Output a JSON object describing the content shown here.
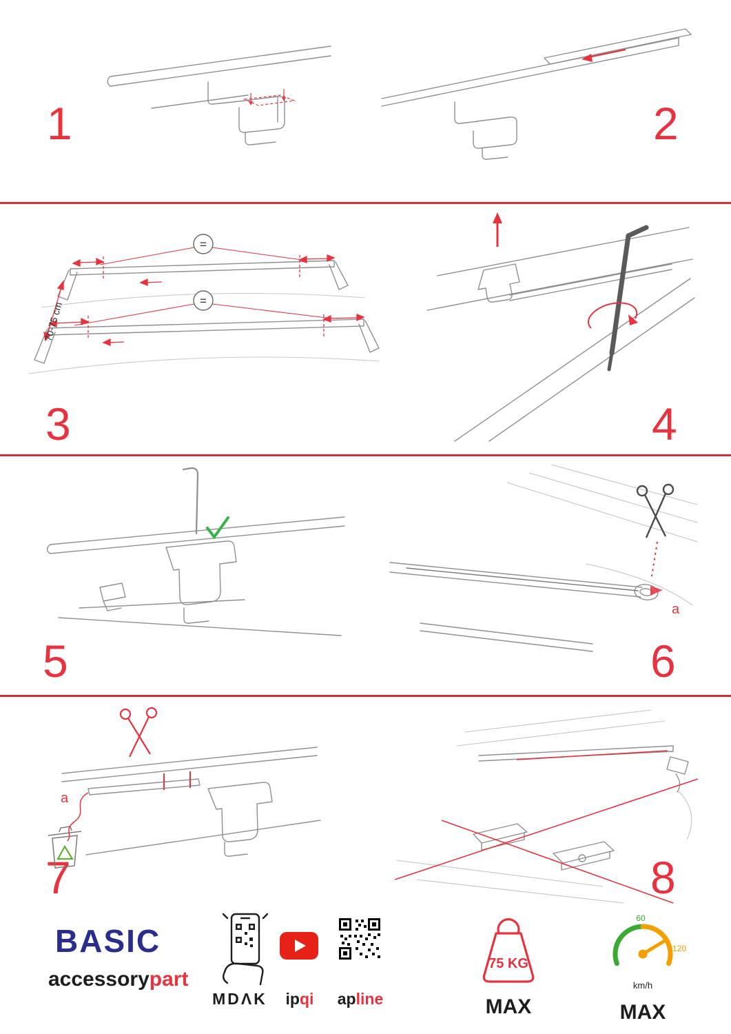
{
  "colors": {
    "accent_red": "#e8323e",
    "brand_blue": "#2b2d8c",
    "eco_green": "#5cb130",
    "gauge_green": "#3aaa35",
    "gauge_orange": "#f59e00",
    "youtube_red": "#e62117"
  },
  "steps": [
    {
      "number": "1"
    },
    {
      "number": "2"
    },
    {
      "number": "3",
      "dimension_label": "70-75 cm",
      "equals_top": "=",
      "equals_bottom": "="
    },
    {
      "number": "4"
    },
    {
      "number": "5"
    },
    {
      "number": "6",
      "cut_label": "a"
    },
    {
      "number": "7",
      "cut_label": "a"
    },
    {
      "number": "8"
    }
  ],
  "icons": [
    "scissors-icon",
    "checkmark-icon",
    "trash-bin-icon",
    "recycle-icon",
    "phone-qr-icon",
    "youtube-icon",
    "qr-code-icon",
    "weight-icon",
    "speedometer-icon"
  ],
  "footer": {
    "brand_name": "BASIC",
    "brand_word_left": "accessory",
    "brand_word_right": "part",
    "partner_1": "MDΛK",
    "partner_2_left": "ip",
    "partner_2_right": "qi",
    "partner_3_left": "ap",
    "partner_3_right": "line",
    "weight_limit": "75 KG",
    "weight_max_label": "MAX",
    "speed_tick_low": "60",
    "speed_tick_high": "120",
    "speed_unit": "km/h",
    "speed_max_label": "MAX"
  }
}
